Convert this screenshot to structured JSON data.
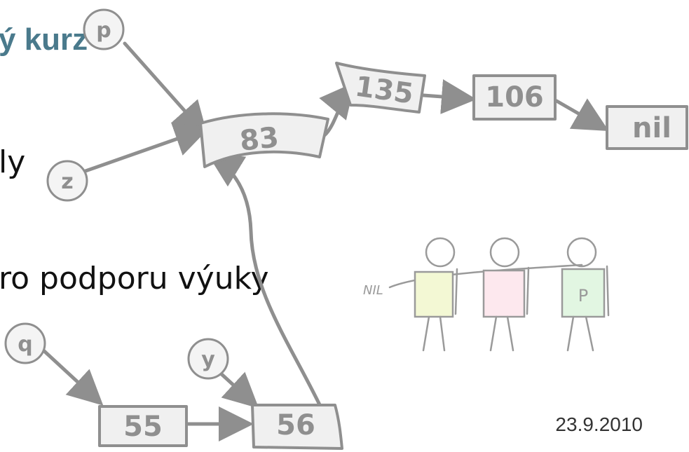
{
  "slide": {
    "title_fragment": "ý kurz",
    "line1_fragment": "ly",
    "line2_fragment": "ro podporu výuky",
    "date": "23.9.2010"
  },
  "diagram": {
    "nodes": [
      "83",
      "135",
      "106",
      "nil",
      "55",
      "56"
    ],
    "pointers": [
      "p",
      "z",
      "q",
      "y"
    ],
    "figure_label": "NIL",
    "figure_letter": "P",
    "colors": {
      "stroke": "#8f8f8f",
      "fill": "#f0f0f0",
      "title": "#4a7a8c",
      "figure_yellow": "#f3f8d4",
      "figure_pink": "#fde8ee",
      "figure_green": "#e2f6e2"
    }
  }
}
